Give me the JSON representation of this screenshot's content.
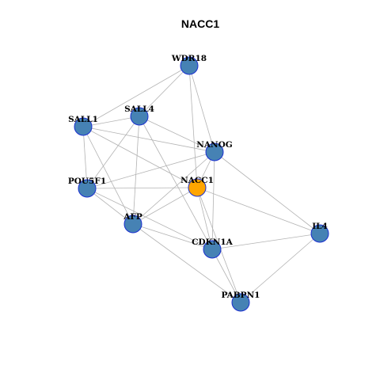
{
  "title": "NACC1",
  "colors": {
    "node_default": "#4682b4",
    "node_highlight": "#ffa500",
    "node_border": "#1a2fd0",
    "edge": "#b3b3b3"
  },
  "nodes": [
    {
      "id": "WDR18",
      "label": "WDR18",
      "highlight": false
    },
    {
      "id": "SALL1",
      "label": "SALL1",
      "highlight": false
    },
    {
      "id": "SALL4",
      "label": "SALL4",
      "highlight": false
    },
    {
      "id": "NANOG",
      "label": "NANOG",
      "highlight": false
    },
    {
      "id": "POU5F1",
      "label": "POU5F1",
      "highlight": false
    },
    {
      "id": "NACC1",
      "label": "NACC1",
      "highlight": true
    },
    {
      "id": "AFP",
      "label": "AFP",
      "highlight": false
    },
    {
      "id": "CDKN1A",
      "label": "CDKN1A",
      "highlight": false
    },
    {
      "id": "IL4",
      "label": "IL4",
      "highlight": false
    },
    {
      "id": "PABPN1",
      "label": "PABPN1",
      "highlight": false
    }
  ],
  "edges": [
    [
      "WDR18",
      "SALL1"
    ],
    [
      "WDR18",
      "SALL4"
    ],
    [
      "WDR18",
      "NANOG"
    ],
    [
      "WDR18",
      "NACC1"
    ],
    [
      "SALL1",
      "SALL4"
    ],
    [
      "SALL1",
      "NANOG"
    ],
    [
      "SALL1",
      "NACC1"
    ],
    [
      "SALL1",
      "AFP"
    ],
    [
      "SALL1",
      "POU5F1"
    ],
    [
      "SALL4",
      "NANOG"
    ],
    [
      "SALL4",
      "POU5F1"
    ],
    [
      "SALL4",
      "AFP"
    ],
    [
      "SALL4",
      "CDKN1A"
    ],
    [
      "NANOG",
      "POU5F1"
    ],
    [
      "NANOG",
      "NACC1"
    ],
    [
      "NANOG",
      "AFP"
    ],
    [
      "NANOG",
      "CDKN1A"
    ],
    [
      "NANOG",
      "IL4"
    ],
    [
      "POU5F1",
      "NACC1"
    ],
    [
      "POU5F1",
      "AFP"
    ],
    [
      "POU5F1",
      "CDKN1A"
    ],
    [
      "NACC1",
      "AFP"
    ],
    [
      "NACC1",
      "CDKN1A"
    ],
    [
      "NACC1",
      "IL4"
    ],
    [
      "NACC1",
      "PABPN1"
    ],
    [
      "AFP",
      "CDKN1A"
    ],
    [
      "AFP",
      "PABPN1"
    ],
    [
      "CDKN1A",
      "IL4"
    ],
    [
      "CDKN1A",
      "PABPN1"
    ],
    [
      "IL4",
      "PABPN1"
    ]
  ]
}
